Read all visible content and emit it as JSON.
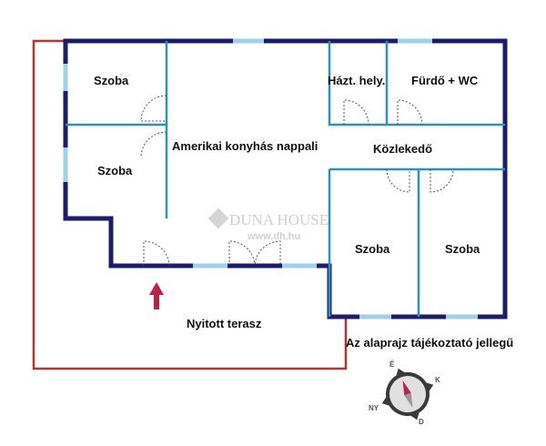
{
  "rooms": {
    "szoba1": "Szoba",
    "szoba2": "Szoba",
    "nappali": "Amerikai konyhás nappali",
    "haztartasi": "Házt. hely.",
    "furdo": "Fürdő + WC",
    "kozlekedo": "Közlekedő",
    "szoba3": "Szoba",
    "szoba4": "Szoba",
    "terasz": "Nyitott terasz"
  },
  "note": "Az alaprajz tájékoztató jellegű",
  "watermark": {
    "brand": "DUNA HOUSE",
    "url": "www.dh.hu"
  },
  "compass": {
    "north": "É",
    "east": "K",
    "south": "D",
    "west": "NY"
  },
  "colors": {
    "wall": "#1c1c6b",
    "inner": "#2f8fc0",
    "terrace": "#b03535",
    "arrow": "#c0204a"
  }
}
